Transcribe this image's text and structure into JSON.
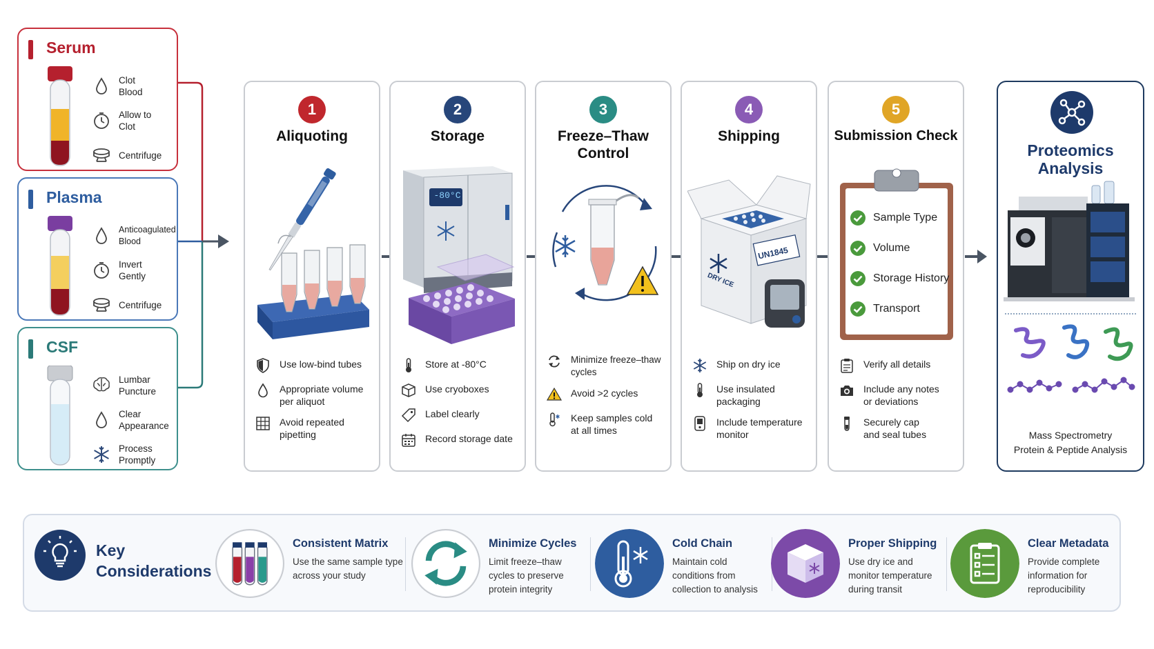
{
  "samples": [
    {
      "title": "Serum",
      "color": "#b5202e",
      "steps": [
        "Clot\nBlood",
        "Allow to\nClot",
        "Centrifuge"
      ],
      "icons": [
        "drop-icon",
        "timer-icon",
        "centrifuge-icon"
      ]
    },
    {
      "title": "Plasma",
      "color": "#2e5d9f",
      "steps": [
        "Anticoagulated\nBlood",
        "Invert\nGently",
        "Centrifuge"
      ],
      "icons": [
        "drop-icon",
        "timer-icon",
        "centrifuge-icon"
      ]
    },
    {
      "title": "CSF",
      "color": "#2b7a78",
      "steps": [
        "Lumbar\nPuncture",
        "Clear\nAppearance",
        "Process\nPromptly"
      ],
      "icons": [
        "brain-icon",
        "drop-icon",
        "snowflake-icon"
      ]
    }
  ],
  "process": [
    {
      "num": "1",
      "title": "Aliquoting",
      "color": "#c0272d",
      "tips": [
        "Use low-bind tubes",
        "Appropriate volume\nper aliquot",
        "Avoid repeated\npipetting"
      ],
      "icons": [
        "shield-icon",
        "drop-icon",
        "grid-icon"
      ]
    },
    {
      "num": "2",
      "title": "Storage",
      "color": "#27467a",
      "freezer_display": "-80°C",
      "tips": [
        "Store at -80°C",
        "Use cryoboxes",
        "Label clearly",
        "Record storage date"
      ],
      "icons": [
        "thermometer-icon",
        "box-icon",
        "tag-icon",
        "calendar-icon"
      ]
    },
    {
      "num": "3",
      "title": "Freeze–Thaw\nControl",
      "color": "#2a8c84",
      "tips": [
        "Minimize freeze–thaw\ncycles",
        "Avoid >2 cycles",
        "Keep samples cold\nat all times"
      ],
      "icons": [
        "cycle-icon",
        "warning-icon",
        "cold-thermometer-icon"
      ]
    },
    {
      "num": "4",
      "title": "Shipping",
      "color": "#8a5bb5",
      "box_label": "UN1845",
      "box_label2": "DRY ICE",
      "tips": [
        "Ship on dry ice",
        "Use insulated\npackaging",
        "Include temperature\nmonitor"
      ],
      "icons": [
        "snowflake-icon",
        "thermometer-icon",
        "monitor-icon"
      ]
    },
    {
      "num": "5",
      "title": "Submission Check",
      "color": "#e0a526",
      "checklist": [
        "Sample Type",
        "Volume",
        "Storage History",
        "Transport"
      ],
      "tips": [
        "Verify all details",
        "Include any notes\nor deviations",
        "Securely cap\nand seal tubes"
      ],
      "icons": [
        "clipboard-icon",
        "camera-icon",
        "tube-icon"
      ]
    }
  ],
  "proteomics": {
    "title": "Proteomics\nAnalysis",
    "subtitle": "Mass Spectrometry\nProtein & Peptide Analysis"
  },
  "key": {
    "title": "Key\nConsiderations",
    "items": [
      {
        "title": "Consistent Matrix",
        "desc": "Use the same sample type\nacross your study",
        "color": "#1e3a6b"
      },
      {
        "title": "Minimize Cycles",
        "desc": "Limit freeze–thaw\ncycles to preserve\nprotein integrity",
        "color": "#2a8c84"
      },
      {
        "title": "Cold Chain",
        "desc": "Maintain cold\nconditions from\ncollection to analysis",
        "color": "#2e5d9f"
      },
      {
        "title": "Proper Shipping",
        "desc": "Use dry ice and\nmonitor temperature\nduring transit",
        "color": "#7c4aa8"
      },
      {
        "title": "Clear Metadata",
        "desc": "Provide complete\ninformation for\nreproducibility",
        "color": "#5a9a3c"
      }
    ]
  }
}
